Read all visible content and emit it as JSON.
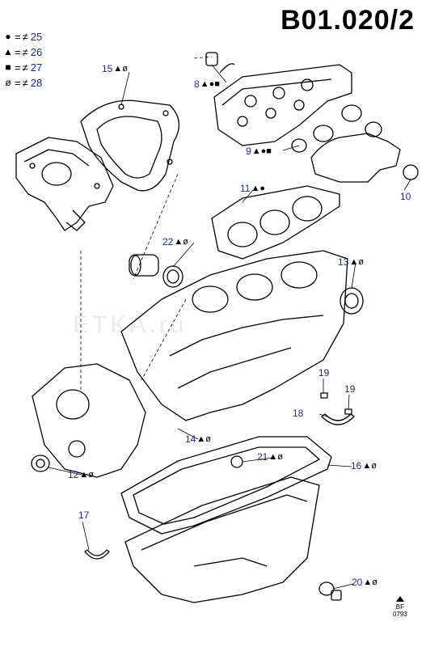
{
  "title": "B01.020/2",
  "legend": [
    {
      "symbol": "●",
      "icon": "circle",
      "value": "25"
    },
    {
      "symbol": "▲",
      "icon": "triangle",
      "value": "26"
    },
    {
      "symbol": "■",
      "icon": "square",
      "value": "27"
    },
    {
      "symbol": "ø",
      "icon": "slashed-o",
      "value": "28"
    }
  ],
  "legend_eq": "=",
  "legend_slash": "≠",
  "callouts": [
    {
      "id": "c15",
      "num": "15",
      "marks": "▲ø"
    },
    {
      "id": "c8",
      "num": "8",
      "marks": "▲●■"
    },
    {
      "id": "c9",
      "num": "9",
      "marks": "▲●■"
    },
    {
      "id": "c10",
      "num": "10",
      "marks": ""
    },
    {
      "id": "c11",
      "num": "11",
      "marks": "▲●"
    },
    {
      "id": "c22",
      "num": "22",
      "marks": "▲ø"
    },
    {
      "id": "c13",
      "num": "13",
      "marks": "▲ø"
    },
    {
      "id": "c19a",
      "num": "19",
      "marks": ""
    },
    {
      "id": "c19b",
      "num": "19",
      "marks": ""
    },
    {
      "id": "c18",
      "num": "18",
      "marks": ""
    },
    {
      "id": "c14",
      "num": "14",
      "marks": "▲ø"
    },
    {
      "id": "c21",
      "num": "21",
      "marks": "▲ø"
    },
    {
      "id": "c16",
      "num": "16",
      "marks": "▲ø"
    },
    {
      "id": "c12",
      "num": "12",
      "marks": "▲ø"
    },
    {
      "id": "c17",
      "num": "17",
      "marks": ""
    },
    {
      "id": "c20",
      "num": "20",
      "marks": "▲ø"
    }
  ],
  "footer": {
    "line1": "BF",
    "line2": "0793"
  },
  "watermark": "ETKA.ru"
}
